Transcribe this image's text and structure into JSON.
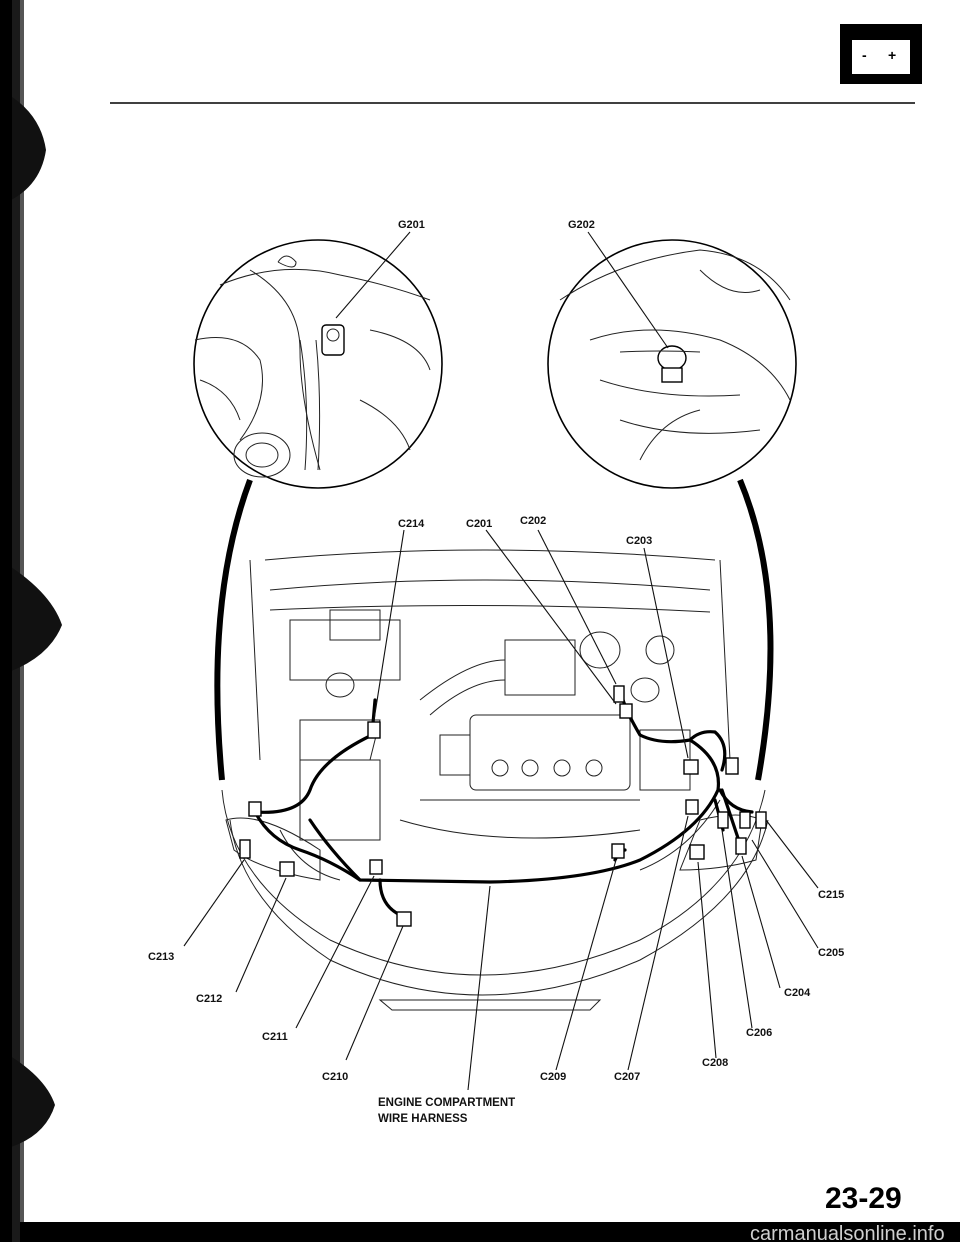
{
  "section_icon": "battery-icon",
  "page_number": "23-29",
  "watermark": "carmanualsonline.info",
  "ground_labels": [
    "G201",
    "G202"
  ],
  "top_connector_labels": [
    "C214",
    "C201",
    "C202",
    "C203"
  ],
  "right_connector_labels": [
    "C215",
    "C205",
    "C204",
    "C206",
    "C208",
    "C207",
    "C209"
  ],
  "left_connector_labels": [
    "C213",
    "C212",
    "C211",
    "C210"
  ],
  "harness_label": [
    "ENGINE COMPARTMENT",
    "WIRE HARNESS"
  ],
  "colors": {
    "ink": "#000000",
    "paper": "#ffffff",
    "watermark": "#cfcfcf"
  }
}
